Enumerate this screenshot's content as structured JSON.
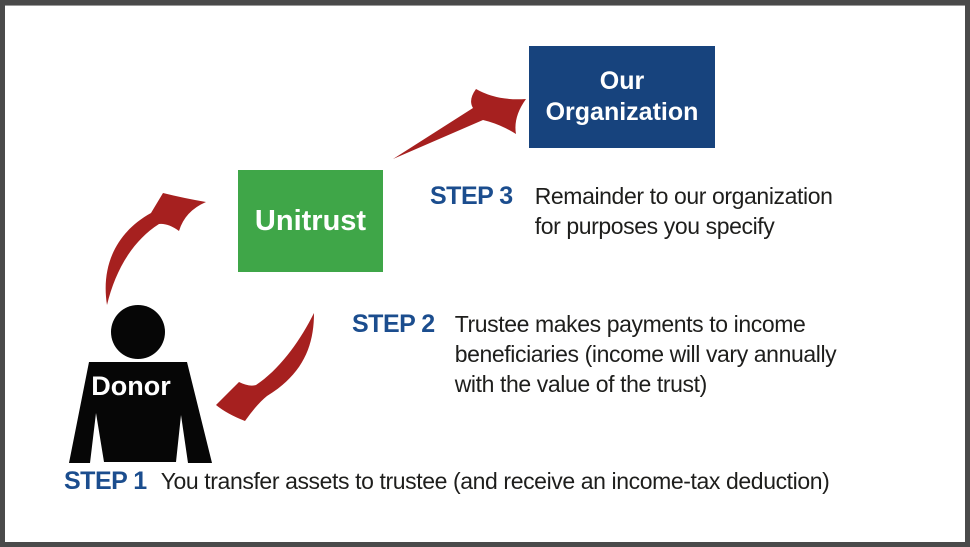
{
  "diagram": {
    "nodes": {
      "donor": {
        "label": "Donor"
      },
      "unitrust": {
        "label": "Unitrust"
      },
      "organization": {
        "line1": "Our",
        "line2": "Organization"
      }
    },
    "steps": [
      {
        "label": "STEP 1",
        "lines": [
          "You transfer assets to trustee (and receive an income-tax deduction)"
        ]
      },
      {
        "label": "STEP 2",
        "lines": [
          "Trustee makes payments to income",
          "beneficiaries (income will vary annually",
          "with the value of the trust)"
        ]
      },
      {
        "label": "STEP 3",
        "lines": [
          "Remainder to our organization",
          "for purposes you specify"
        ]
      }
    ],
    "icons": {
      "donor_figure": "donor-person-icon",
      "arrow_1": "donor-to-unitrust-arrow-icon",
      "arrow_2": "unitrust-to-donor-arrow-icon",
      "arrow_3": "unitrust-to-organization-arrow-icon"
    },
    "colors": {
      "arrow_red": "#A6201F",
      "unitrust_green": "#3FA648",
      "organization_navy": "#17437D",
      "step_label_blue": "#1B4D8E",
      "text_dark": "#1E1E1C",
      "border_gray": "#4A4A4A",
      "figure_black": "#060606"
    }
  }
}
